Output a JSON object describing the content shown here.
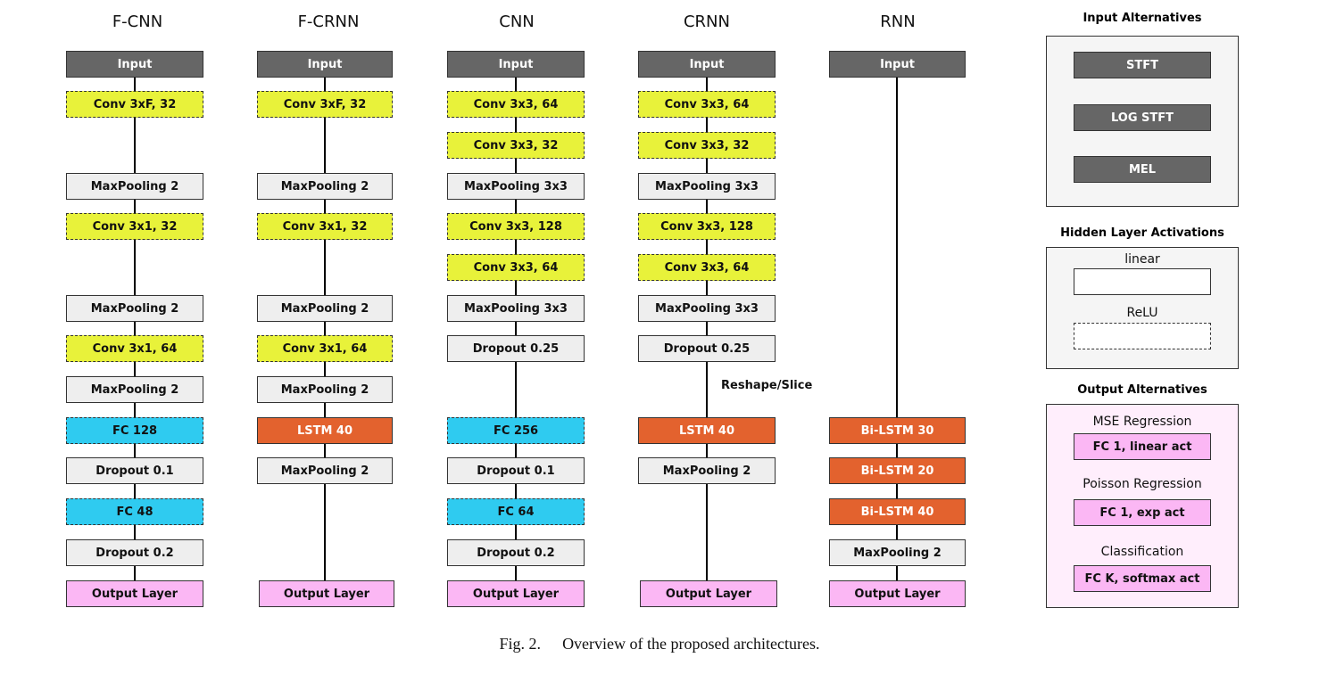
{
  "columns": [
    {
      "title": "F-CNN",
      "blocks": [
        {
          "label": "Input",
          "type": "input"
        },
        {
          "label": "Conv 3xF, 32",
          "type": "conv"
        },
        {
          "label": "MaxPooling 2",
          "type": "pool"
        },
        {
          "label": "Conv 3x1, 32",
          "type": "conv"
        },
        {
          "label": "MaxPooling 2",
          "type": "pool"
        },
        {
          "label": "Conv 3x1, 64",
          "type": "conv"
        },
        {
          "label": "MaxPooling 2",
          "type": "pool"
        },
        {
          "label": "FC 128",
          "type": "fc"
        },
        {
          "label": "Dropout 0.1",
          "type": "drop"
        },
        {
          "label": "FC 48",
          "type": "fc"
        },
        {
          "label": "Dropout 0.2",
          "type": "drop"
        },
        {
          "label": "Output Layer",
          "type": "out"
        }
      ]
    },
    {
      "title": "F-CRNN",
      "blocks": [
        {
          "label": "Input",
          "type": "input"
        },
        {
          "label": "Conv 3xF, 32",
          "type": "conv"
        },
        {
          "label": "MaxPooling 2",
          "type": "pool"
        },
        {
          "label": "Conv 3x1, 32",
          "type": "conv"
        },
        {
          "label": "MaxPooling 2",
          "type": "pool"
        },
        {
          "label": "Conv 3x1, 64",
          "type": "conv"
        },
        {
          "label": "MaxPooling 2",
          "type": "pool"
        },
        {
          "label": "LSTM 40",
          "type": "lstm"
        },
        {
          "label": "MaxPooling 2",
          "type": "pool"
        },
        {
          "label": "Output Layer",
          "type": "out"
        }
      ]
    },
    {
      "title": "CNN",
      "blocks": [
        {
          "label": "Input",
          "type": "input"
        },
        {
          "label": "Conv 3x3, 64",
          "type": "conv"
        },
        {
          "label": "Conv 3x3, 32",
          "type": "conv"
        },
        {
          "label": "MaxPooling 3x3",
          "type": "pool"
        },
        {
          "label": "Conv 3x3, 128",
          "type": "conv"
        },
        {
          "label": "Conv 3x3, 64",
          "type": "conv"
        },
        {
          "label": "MaxPooling 3x3",
          "type": "pool"
        },
        {
          "label": "Dropout 0.25",
          "type": "drop"
        },
        {
          "label": "FC 256",
          "type": "fc"
        },
        {
          "label": "Dropout 0.1",
          "type": "drop"
        },
        {
          "label": "FC 64",
          "type": "fc"
        },
        {
          "label": "Dropout 0.2",
          "type": "drop"
        },
        {
          "label": "Output Layer",
          "type": "out"
        }
      ]
    },
    {
      "title": "CRNN",
      "blocks": [
        {
          "label": "Input",
          "type": "input"
        },
        {
          "label": "Conv 3x3, 64",
          "type": "conv"
        },
        {
          "label": "Conv 3x3, 32",
          "type": "conv"
        },
        {
          "label": "MaxPooling 3x3",
          "type": "pool"
        },
        {
          "label": "Conv 3x3, 128",
          "type": "conv"
        },
        {
          "label": "Conv 3x3, 64",
          "type": "conv"
        },
        {
          "label": "MaxPooling 3x3",
          "type": "pool"
        },
        {
          "label": "Dropout 0.25",
          "type": "drop"
        },
        {
          "label": "LSTM 40",
          "type": "lstm"
        },
        {
          "label": "MaxPooling 2",
          "type": "pool"
        },
        {
          "label": "Output Layer",
          "type": "out"
        }
      ],
      "annotation": "Reshape/Slice"
    },
    {
      "title": "RNN",
      "blocks": [
        {
          "label": "Input",
          "type": "input"
        },
        {
          "label": "Bi-LSTM 30",
          "type": "lstm"
        },
        {
          "label": "Bi-LSTM 20",
          "type": "lstm"
        },
        {
          "label": "Bi-LSTM 40",
          "type": "lstm"
        },
        {
          "label": "MaxPooling 2",
          "type": "pool"
        },
        {
          "label": "Output Layer",
          "type": "out"
        }
      ]
    }
  ],
  "legend": {
    "input_alternatives": {
      "title": "Input Alternatives",
      "items": [
        "STFT",
        "LOG STFT",
        "MEL"
      ]
    },
    "hidden_activations": {
      "title": "Hidden Layer Activations",
      "items": [
        "linear",
        "ReLU"
      ]
    },
    "output_alternatives": {
      "title": "Output Alternatives",
      "groups": [
        {
          "name": "MSE Regression",
          "block": "FC 1, linear act"
        },
        {
          "name": "Poisson Regression",
          "block": "FC 1, exp act"
        },
        {
          "name": "Classification",
          "block": "FC K, softmax act"
        }
      ]
    }
  },
  "caption": {
    "label": "Fig. 2.",
    "text": "Overview of the proposed architectures."
  }
}
